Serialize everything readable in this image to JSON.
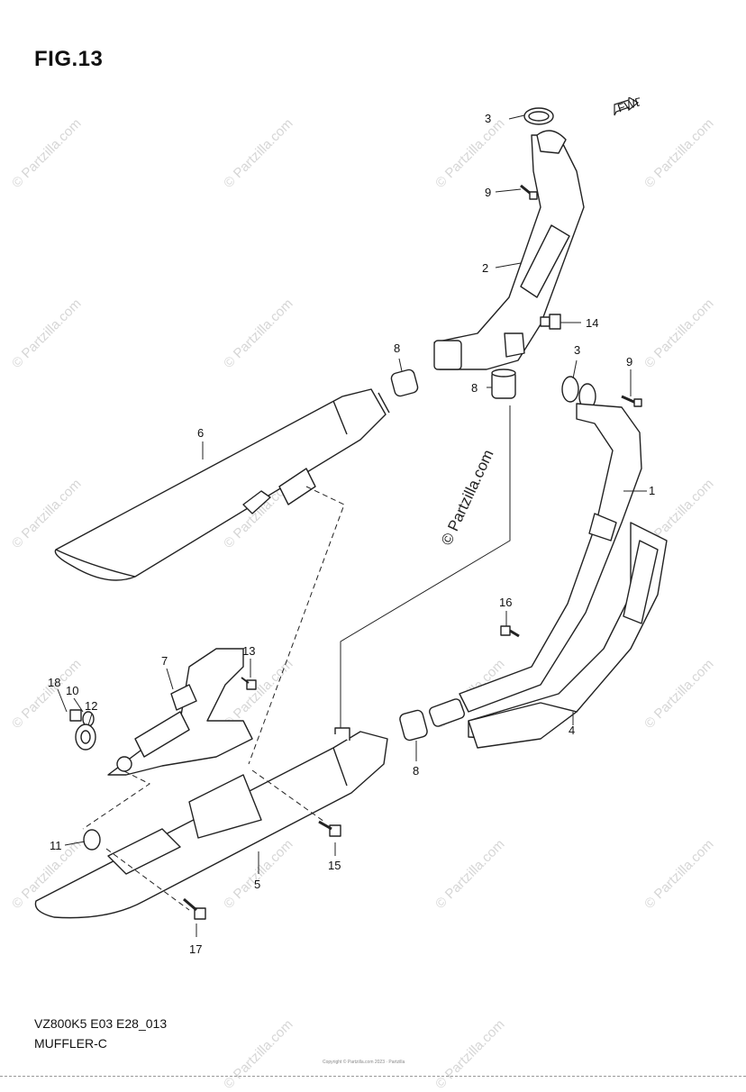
{
  "figure": {
    "title": "FIG.13",
    "model_code": "VZ800K5 E03 E28_013",
    "section_name": "MUFFLER-C",
    "fwd_label": "FWD",
    "copyright_small": "Copyright © Partzilla.com 2023 · Partzilla",
    "watermark": "© Partzilla.com",
    "center_watermark": "© Partzilla.com"
  },
  "callouts": [
    "3",
    "9",
    "2",
    "14",
    "8",
    "8",
    "3",
    "9",
    "6",
    "1",
    "16",
    "7",
    "13",
    "18",
    "10",
    "12",
    "4",
    "8",
    "11",
    "15",
    "5",
    "17"
  ]
}
